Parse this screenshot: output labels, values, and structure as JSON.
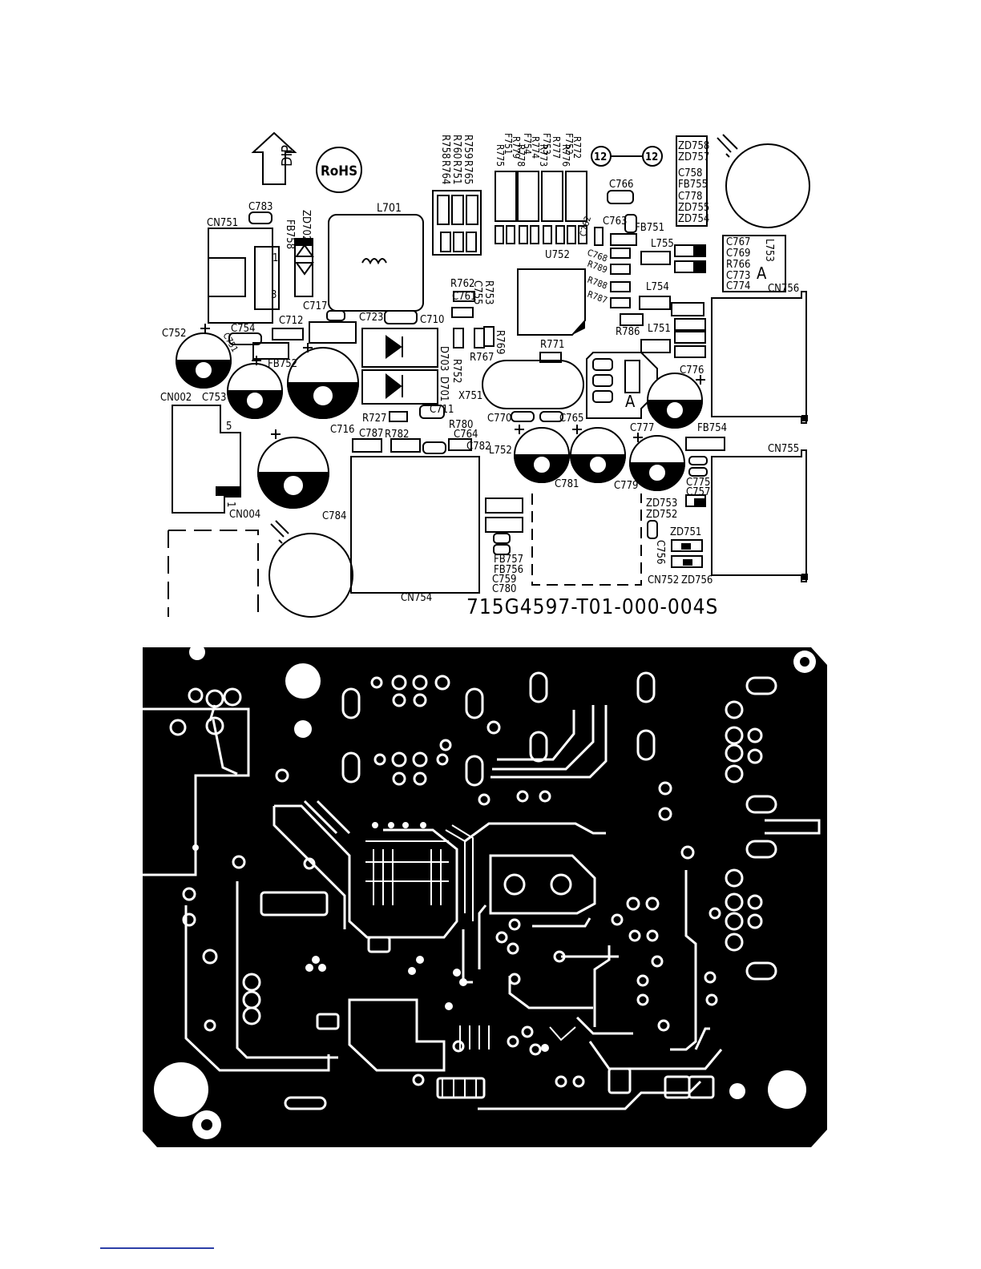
{
  "board_code": "715G4597-T01-000-004S",
  "markings": {
    "dip": "DIP",
    "rohs": "RoHS",
    "marker_a": "A",
    "fiducial": "12"
  },
  "pin_labels": {
    "one": "1",
    "three": "3",
    "five": "5"
  },
  "refs": {
    "C783": "C783",
    "CN751": "CN751",
    "FB758": "FB758",
    "ZD702": "ZD702",
    "L701": "L701",
    "C717": "C717",
    "C712": "C712",
    "C723": "C723",
    "C710": "C710",
    "C752": "C752",
    "C754": "C754",
    "C751": "C751",
    "FB752": "FB752",
    "CN002": "CN002",
    "C753": "C753",
    "C716": "C716",
    "R727": "R727",
    "C711": "C711",
    "C787": "C787",
    "R782": "R782",
    "R780": "R780",
    "C764": "C764",
    "C782": "C782",
    "CN004": "CN004",
    "C784": "C784",
    "CN754": "CN754",
    "D703": "D703",
    "D701": "D701",
    "X751": "X751",
    "R767": "R767",
    "R752": "R752",
    "R762": "R762",
    "C761": "C761",
    "C755": "C755",
    "R753": "R753",
    "R769": "R769",
    "R771": "R771",
    "U752": "U752",
    "C770": "C770",
    "C765": "C765",
    "L752": "L752",
    "C781": "C781",
    "C779": "C779",
    "C777": "C777",
    "C776": "C776",
    "FB754": "FB754",
    "CN755": "CN755",
    "CN756": "CN756",
    "C766": "C766",
    "C763": "C763",
    "FB751": "FB751",
    "C762": "C762",
    "L755": "L755",
    "C768": "C768",
    "R789": "R789",
    "R788": "R788",
    "R787": "R787",
    "L754": "L754",
    "R786": "R786",
    "L751": "L751",
    "C775": "C775",
    "C757": "C757",
    "ZD753": "ZD753",
    "ZD752": "ZD752",
    "ZD751": "ZD751",
    "C756": "C756",
    "CN752": "CN752",
    "ZD756": "ZD756",
    "FB757": "FB757",
    "FB756": "FB756",
    "C759": "C759",
    "C780": "C780",
    "R759": "R759",
    "R765": "R765",
    "R760": "R760",
    "R751": "R751",
    "R758": "R758",
    "R764": "R764",
    "F751": "F751",
    "R775": "R775",
    "R779": "R779",
    "F754": "F754",
    "R778": "R778",
    "R774": "R774",
    "F753": "F753",
    "R773": "R773",
    "R777": "R777",
    "F752": "F752",
    "R776": "R776",
    "R772": "R772",
    "ZD758": "ZD758",
    "ZD757": "ZD757",
    "C758": "C758",
    "FB755": "FB755",
    "C778": "C778",
    "ZD755": "ZD755",
    "ZD754": "ZD754",
    "C767": "C767",
    "C769": "C769",
    "R766": "R766",
    "C773": "C773",
    "C774": "C774",
    "L753": "L753"
  }
}
